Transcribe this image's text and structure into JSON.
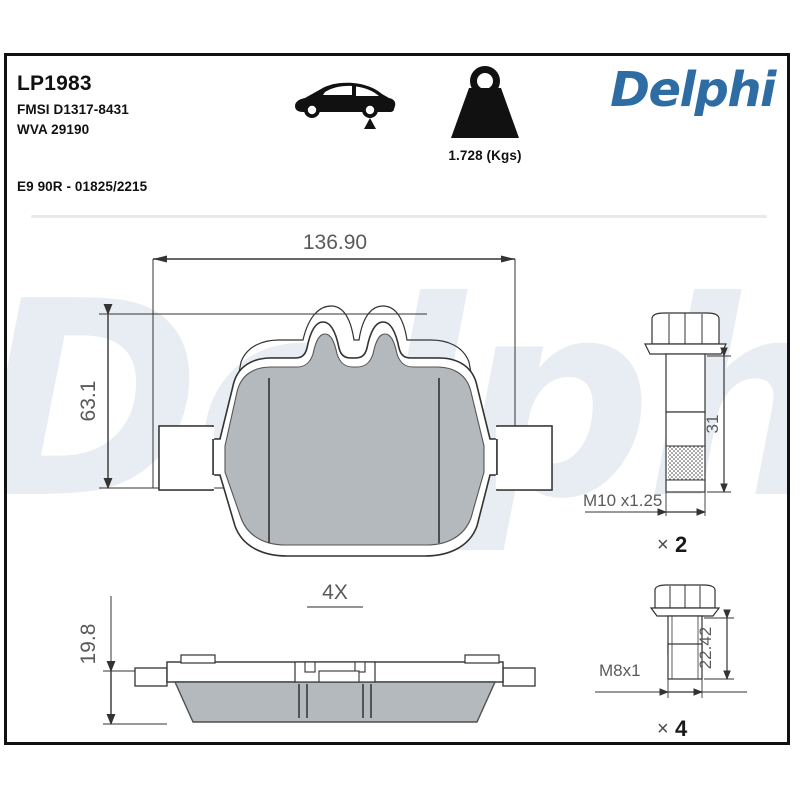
{
  "header": {
    "part_number": "LP1983",
    "fmsi_code": "FMSI D1317-8431",
    "wva_code": "WVA 29190",
    "ece_approval": "E9 90R - 01825/2215",
    "brand": "Delphi",
    "brand_color": "#2e6da4",
    "car_icon": "car-rear-axle-icon",
    "weight_icon": "weight-icon",
    "weight_label": "1.728 (Kgs)"
  },
  "watermark": {
    "text": "Delphi",
    "color": "#e8edf3"
  },
  "drawing": {
    "front_view": {
      "width_dim": "136.90",
      "height_dim": "63.1",
      "pad_fill": "#b4b9bd",
      "plate_fill": "#ffffff",
      "line_color": "#333333"
    },
    "side_view": {
      "thickness_dim": "19.8",
      "quantity_label": "4X"
    },
    "bolt_large": {
      "thread_spec": "M10 x1.25",
      "length_dim": "31",
      "quantity": "X 2"
    },
    "bolt_small": {
      "thread_spec": "M8x1",
      "length_dim": "22.42",
      "quantity": "X 4"
    }
  }
}
